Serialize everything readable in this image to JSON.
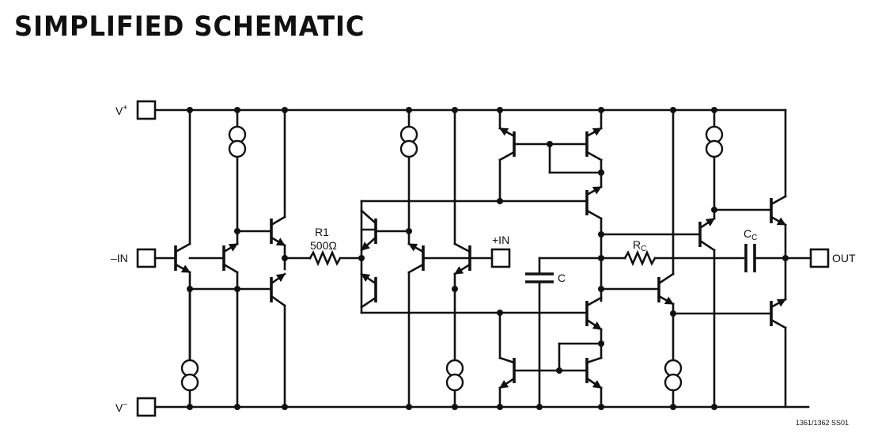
{
  "title": "SIMPLIFIED SCHEMATIC",
  "pins": {
    "vplus": "V",
    "vplus_sup": "+",
    "vminus": "V",
    "vminus_sup": "−",
    "inn": "–IN",
    "inp": "+IN",
    "out": "OUT"
  },
  "components": {
    "r1_name": "R1",
    "r1_value": "500Ω",
    "c": "C",
    "rc_main": "R",
    "rc_sub": "C",
    "cc_main": "C",
    "cc_sub": "C"
  },
  "figure_code": "1361/1362 SS01"
}
